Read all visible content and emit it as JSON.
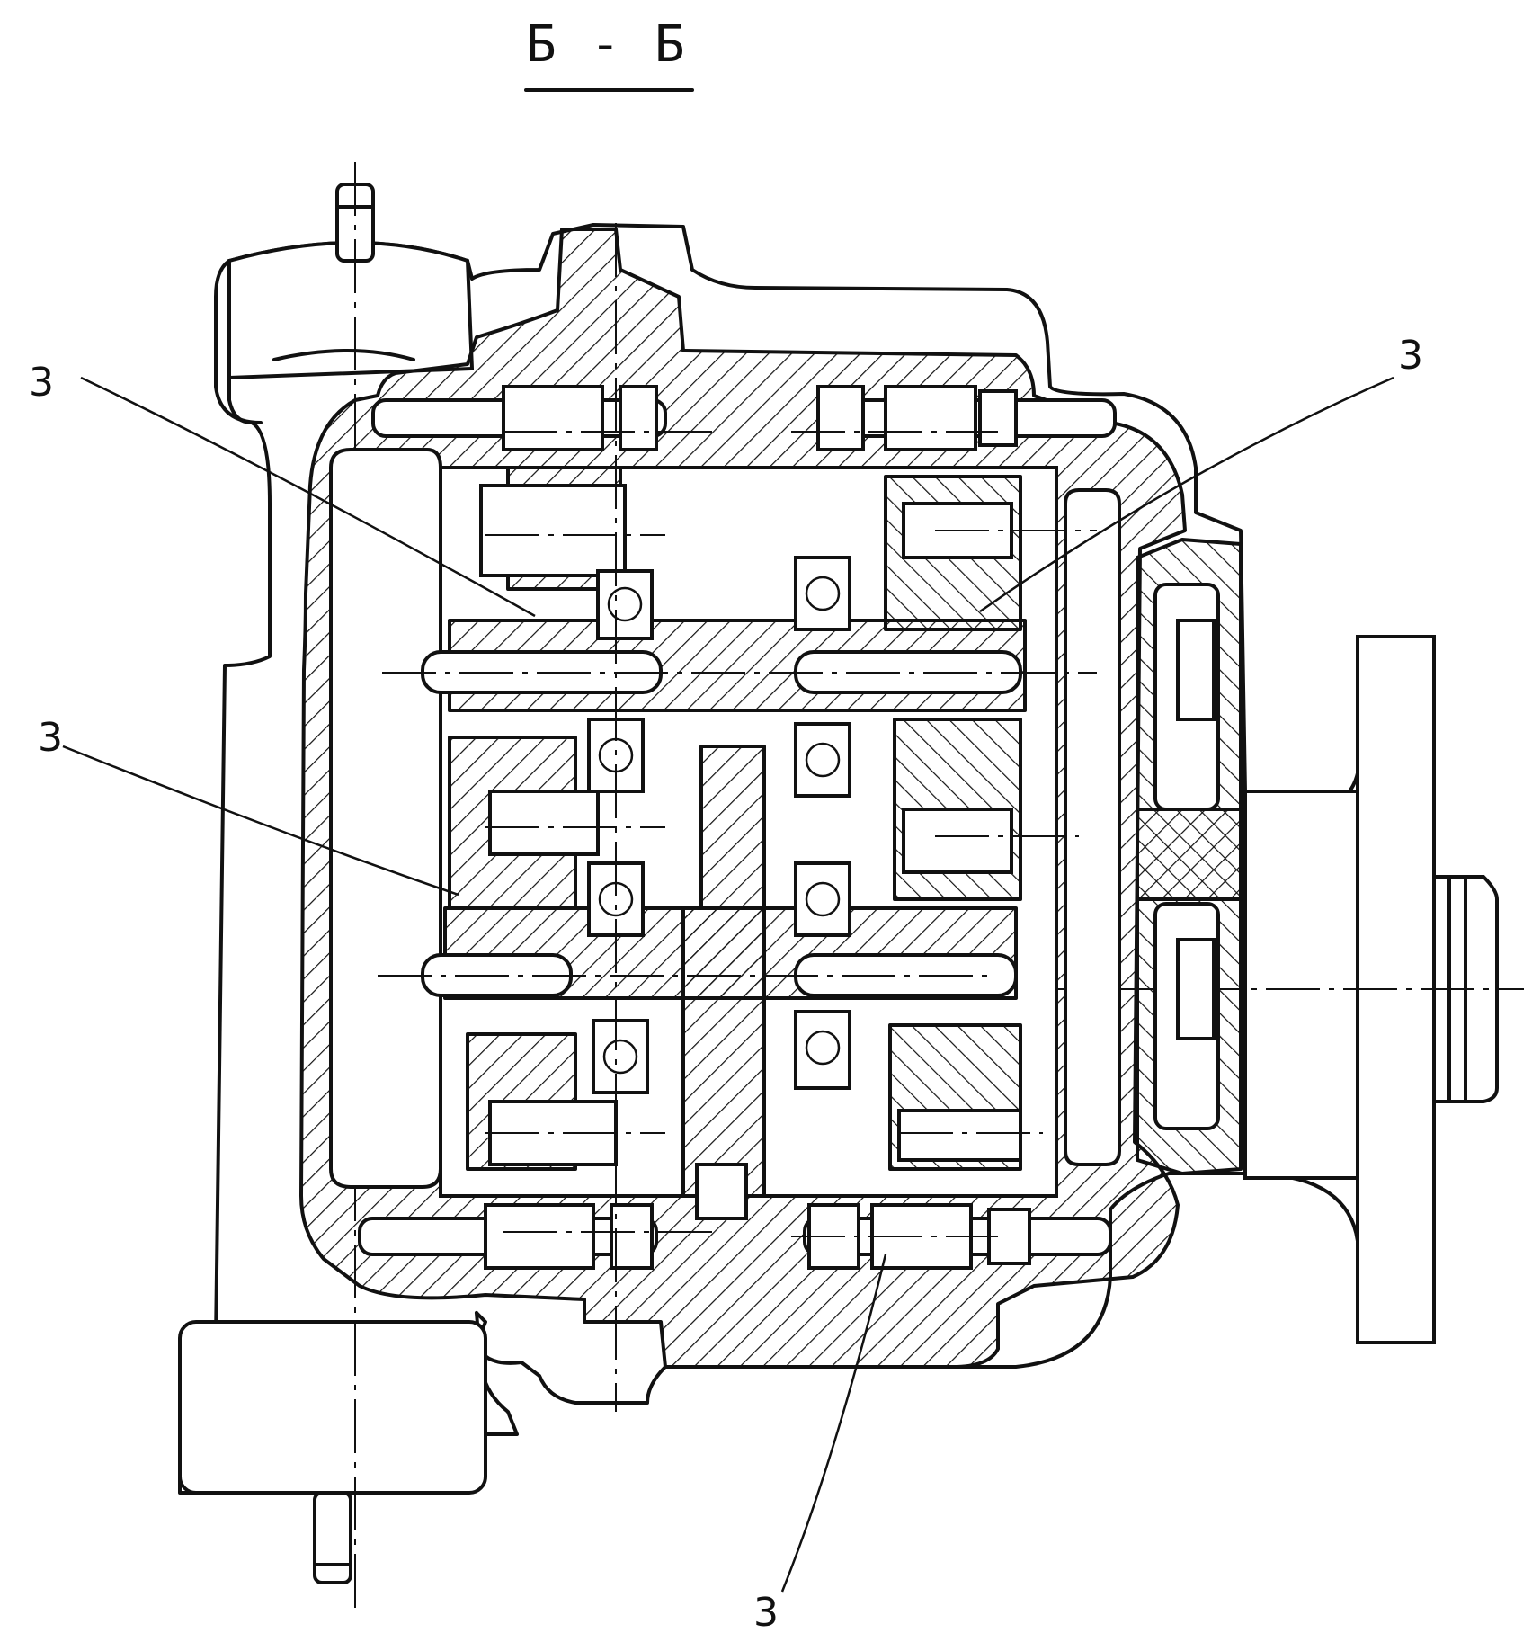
{
  "title": "Б - Б",
  "callouts": [
    {
      "id": "tl",
      "text": "3"
    },
    {
      "id": "tr",
      "text": "3"
    },
    {
      "id": "ml",
      "text": "3"
    },
    {
      "id": "bc",
      "text": "3"
    }
  ]
}
